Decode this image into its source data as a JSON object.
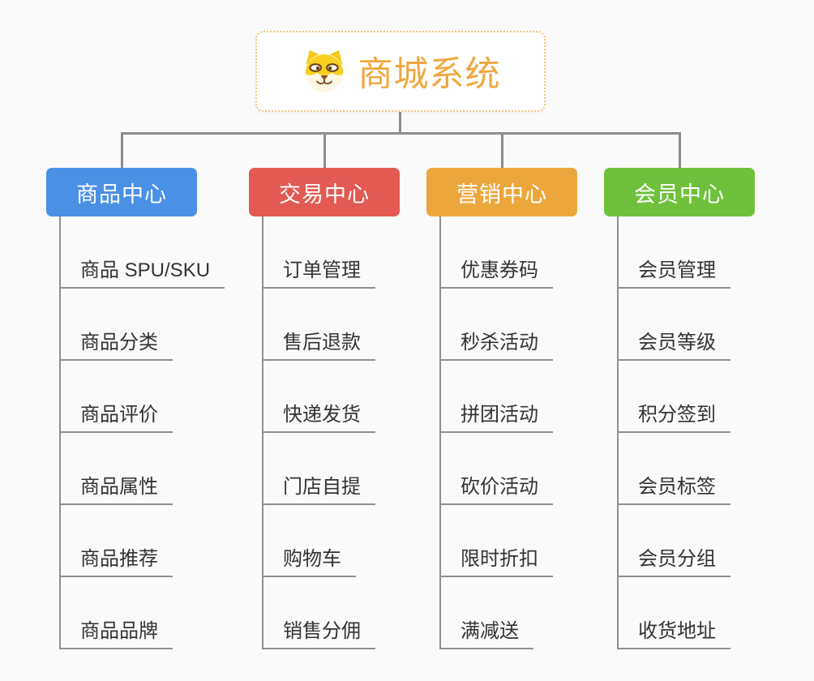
{
  "canvas": {
    "background": "#fafafa",
    "connector_color": "#8c8c8c",
    "item_text_color": "#333333"
  },
  "root": {
    "title": "商城系统",
    "icon": "dog-face-icon",
    "text_color": "#f0a73e",
    "border_color": "#f2c27d"
  },
  "branches": [
    {
      "label": "商品中心",
      "color": "#4a90e6",
      "items": [
        "商品 SPU/SKU",
        "商品分类",
        "商品评价",
        "商品属性",
        "商品推荐",
        "商品品牌"
      ]
    },
    {
      "label": "交易中心",
      "color": "#e25a52",
      "items": [
        "订单管理",
        "售后退款",
        "快递发货",
        "门店自提",
        "购物车",
        "销售分佣"
      ]
    },
    {
      "label": "营销中心",
      "color": "#eca73c",
      "items": [
        "优惠券码",
        "秒杀活动",
        "拼团活动",
        "砍价活动",
        "限时折扣",
        "满减送"
      ]
    },
    {
      "label": "会员中心",
      "color": "#6fc13c",
      "items": [
        "会员管理",
        "会员等级",
        "积分签到",
        "会员标签",
        "会员分组",
        "收货地址"
      ]
    }
  ]
}
